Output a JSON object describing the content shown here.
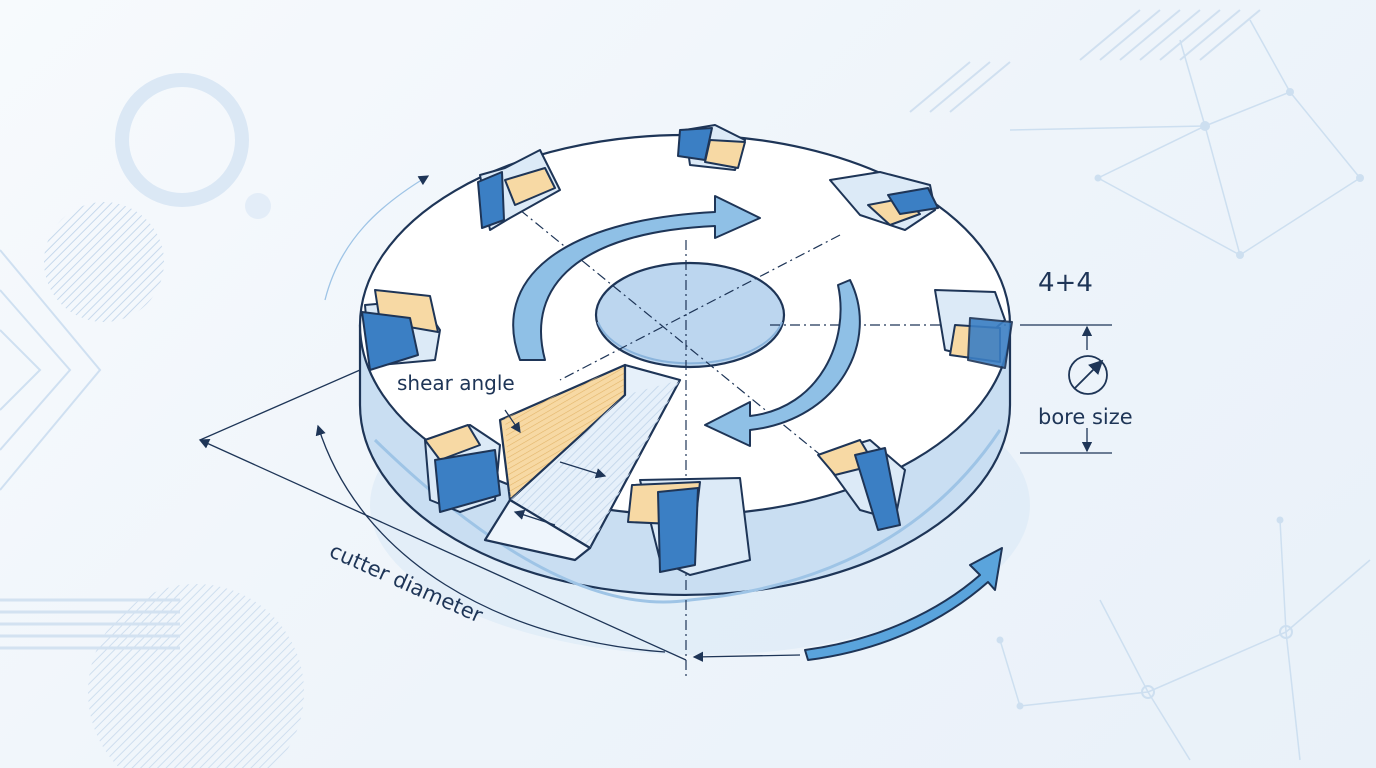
{
  "labels": {
    "tooth_count": "4+4",
    "bore": "bore size",
    "shear": "shear angle",
    "diameter": "cutter diameter"
  },
  "colors": {
    "outline": "#1e3557",
    "blue_light": "#dceaf7",
    "blue_mid": "#9ec4e6",
    "blue_dark": "#3b7fc4",
    "arrow": "#6aaee0",
    "insert": "#f7d9a4",
    "deco": "#c9dbee"
  },
  "icons": {
    "bore": "diameter-icon"
  }
}
